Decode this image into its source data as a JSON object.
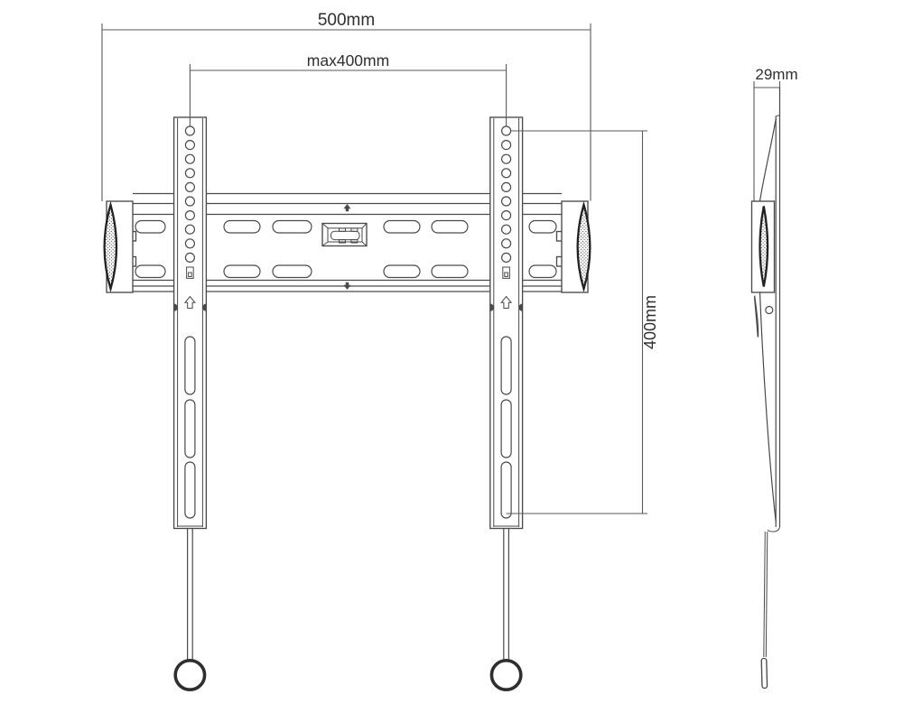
{
  "diagram": {
    "subject": "tv-wall-mount-bracket-technical-drawing",
    "front_view": {
      "dim_overall_width": "500mm",
      "dim_max_hole_spacing": "max400mm",
      "dim_height": "400mm"
    },
    "side_view": {
      "dim_depth": "29mm"
    },
    "colors": {
      "line": "#4a4a4a",
      "dimension_text": "#2f2f2f",
      "background": "#ffffff"
    }
  }
}
